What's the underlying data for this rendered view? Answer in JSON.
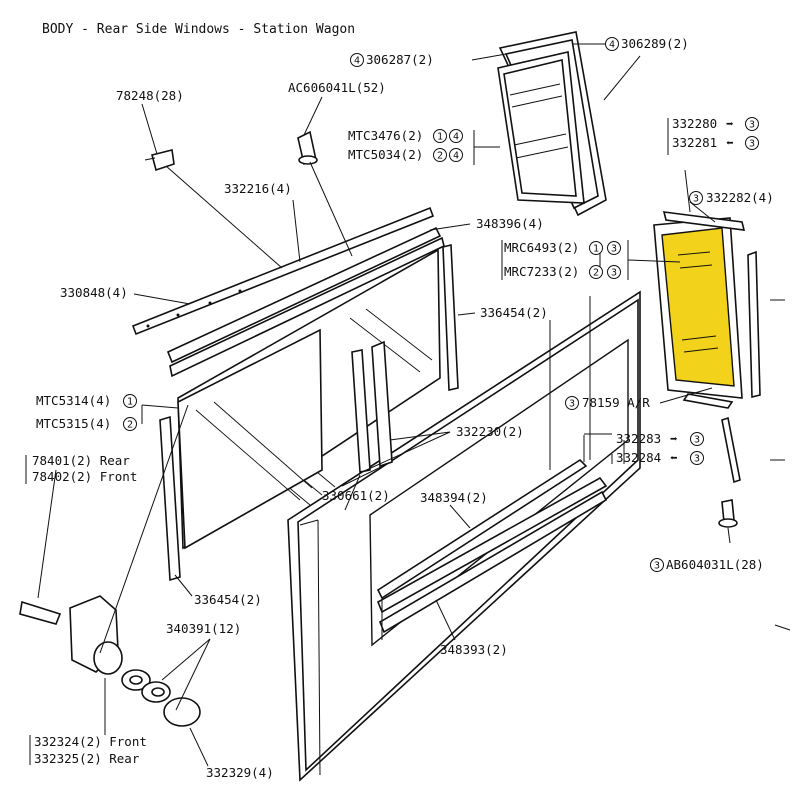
{
  "title": "BODY - Rear Side Windows - Station Wagon",
  "labels": {
    "p306287": {
      "text": "306287(2)",
      "note": "4"
    },
    "p306289": {
      "text": "306289(2)",
      "note": "4"
    },
    "p78248": {
      "text": "78248(28)"
    },
    "pAC606041L": {
      "text": "AC606041L(52)"
    },
    "pMTC3476": {
      "text": "MTC3476(2)",
      "notes": [
        "1",
        "4"
      ]
    },
    "pMTC5034": {
      "text": "MTC5034(2)",
      "notes": [
        "2",
        "4"
      ]
    },
    "p332280": {
      "text": "332280",
      "arrow": "➡",
      "note": "3"
    },
    "p332281": {
      "text": "332281",
      "arrow": "⬅",
      "note": "3"
    },
    "p332216": {
      "text": "332216(4)"
    },
    "p332282": {
      "text": "332282(4)",
      "note": "3"
    },
    "p348396": {
      "text": "348396(4)"
    },
    "pMRC6493": {
      "text": "MRC6493(2)",
      "notes": [
        "1",
        "3"
      ]
    },
    "pMRC7233": {
      "text": "MRC7233(2)",
      "notes": [
        "2",
        "3"
      ]
    },
    "p330848": {
      "text": "330848(4)"
    },
    "p336454a": {
      "text": "336454(2)"
    },
    "p78159": {
      "text": "78159 A/R",
      "note": "3"
    },
    "pMTC5314": {
      "text": "MTC5314(4)",
      "note": "1"
    },
    "pMTC5315": {
      "text": "MTC5315(4)",
      "note": "2"
    },
    "p332230": {
      "text": "332230(2)"
    },
    "p332283": {
      "text": "332283",
      "arrow": "➡",
      "note": "3"
    },
    "p332284": {
      "text": "332284",
      "arrow": "⬅",
      "note": "3"
    },
    "p78401": {
      "text": "78401(2) Rear"
    },
    "p78402": {
      "text": "78402(2) Front"
    },
    "p330661": {
      "text": "330661(2)"
    },
    "p348394": {
      "text": "348394(2)"
    },
    "pAB604031L": {
      "text": "AB604031L(28)",
      "note": "3"
    },
    "p336454b": {
      "text": "336454(2)"
    },
    "p340391": {
      "text": "340391(12)"
    },
    "p348393": {
      "text": "348393(2)"
    },
    "p332324": {
      "text": "332324(2) Front"
    },
    "p332325": {
      "text": "332325(2) Rear"
    },
    "p332329": {
      "text": "332329(4)"
    }
  },
  "colors": {
    "ink": "#111111",
    "highlight": "#f2d21a",
    "paper": "#ffffff"
  }
}
